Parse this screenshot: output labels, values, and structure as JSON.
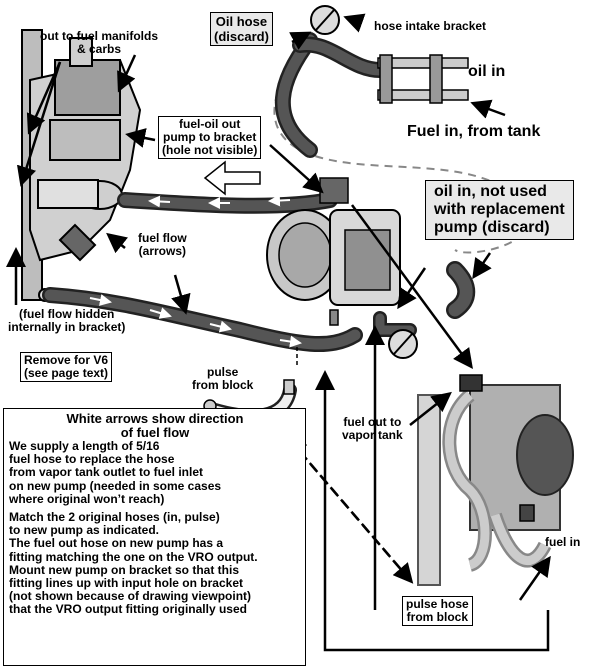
{
  "labels": {
    "out_to_fuel_manifolds": "out to fuel manifolds\n& carbs",
    "oil_hose_discard": "Oil hose\n(discard)",
    "hose_intake_bracket": "hose intake bracket",
    "oil_in": "oil in",
    "fuel_in_from_tank": "Fuel in, from tank",
    "fuel_oil_out": "fuel-oil out\npump to bracket\n(hole not visible)",
    "oil_in_not_used": "oil in, not used\nwith replacement\npump (discard)",
    "fuel_flow_arrows": "fuel flow\n(arrows)",
    "fuel_flow_hidden": "(fuel flow hidden\ninternally in bracket)",
    "remove_for_v6": "Remove for V6\n(see page text)",
    "pulse_from_block": "pulse\nfrom block",
    "fuel_out_to_vapor_tank": "fuel out to\nvapor tank",
    "fuel_in": "fuel in",
    "pulse_hose_from_block": "pulse hose\nfrom block"
  },
  "notes": {
    "heading": "White arrows show direction\nof fuel flow",
    "para1": "We supply a length of 5/16\nfuel hose to replace the hose\nfrom vapor tank outlet to fuel inlet\non new pump (needed in some cases\nwhere original won’t reach)",
    "para2": "Match the 2 original hoses (in, pulse)\nto new pump as indicated.\nThe fuel out hose on new pump has a\nfitting matching the one on the VRO output.\nMount new pump on bracket so that this\nfitting lines up with input hole on bracket\n(not shown because of drawing viewpoint)\nthat the VRO output fitting originally used"
  },
  "colors": {
    "hose": "#555555",
    "hose_shadow": "#222222",
    "flow_arrow": "#ffffff",
    "metal": "#bdbdbd",
    "new_pump_hose": "#c9c9c9",
    "callout_fill": "#e9e9e9"
  }
}
